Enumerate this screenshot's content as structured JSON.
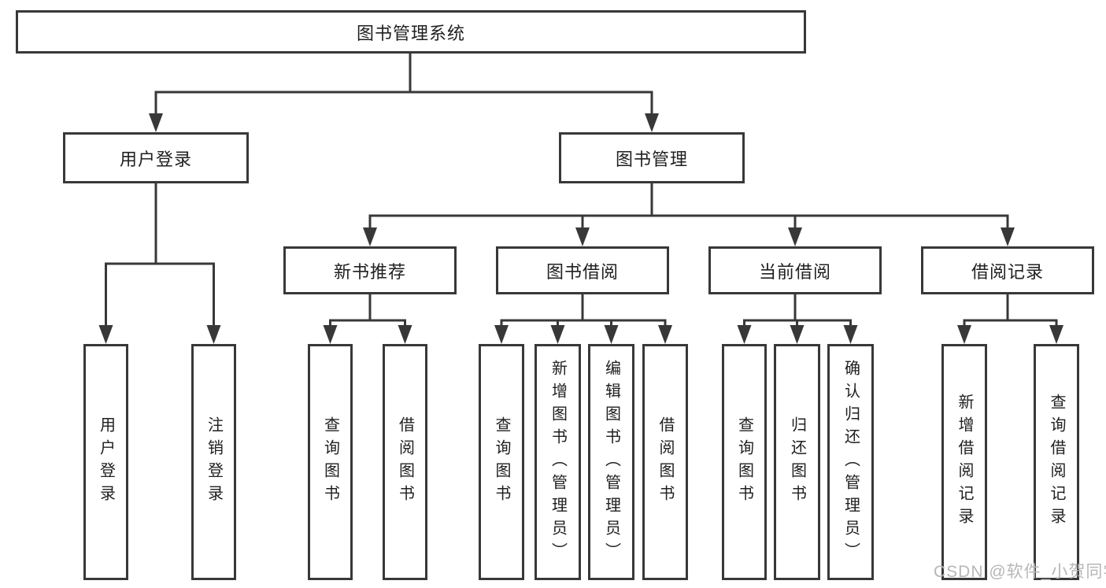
{
  "colors": {
    "background": "#ffffff",
    "line": "#383838",
    "box_border": "#383838",
    "text": "#202020",
    "watermark": "#b7b7b7"
  },
  "tree": {
    "root": {
      "label": "图书管理系统"
    },
    "children": [
      {
        "label": "用户登录",
        "children": [
          {
            "label": "用户登录"
          },
          {
            "label": "注销登录"
          }
        ]
      },
      {
        "label": "图书管理",
        "children": [
          {
            "label": "新书推荐",
            "children": [
              {
                "label": "查询图书"
              },
              {
                "label": "借阅图书"
              }
            ]
          },
          {
            "label": "图书借阅",
            "children": [
              {
                "label": "查询图书"
              },
              {
                "label": "新增图书（管理员）"
              },
              {
                "label": "编辑图书（管理员）"
              },
              {
                "label": "借阅图书"
              }
            ]
          },
          {
            "label": "当前借阅",
            "children": [
              {
                "label": "查询图书"
              },
              {
                "label": "归还图书"
              },
              {
                "label": "确认归还（管理员）"
              }
            ]
          },
          {
            "label": "借阅记录",
            "children": [
              {
                "label": "新增借阅记录"
              },
              {
                "label": "查询借阅记录"
              }
            ]
          }
        ]
      }
    ]
  },
  "watermark": {
    "text": "CSDN @软件_小贺同学"
  }
}
